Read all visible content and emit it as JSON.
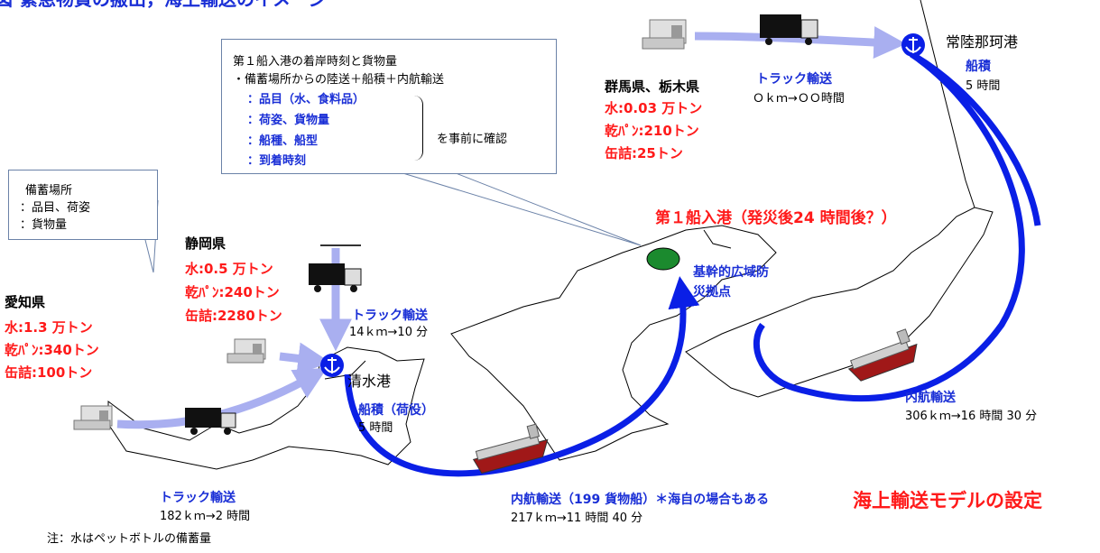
{
  "title_fragment": "緊急物資の搬出，海上輸送のイメージ",
  "title_prefix": "図",
  "model_label": "海上輸送モデルの設定",
  "note": "注：水はペットボトルの備蓄量",
  "first_port": "第１船入港（発災後24 時間後？）",
  "base": {
    "line1": "基幹的広域防",
    "line2": "災拠点"
  },
  "confirm_box": {
    "line1": "第１船入港の着岸時刻と貨物量",
    "line2": "・備蓄場所からの陸送＋船積＋内航輸送",
    "items": [
      "：品目（水、食料品）",
      "：荷姿、貨物量",
      "：船種、船型",
      "：到着時刻"
    ],
    "suffix": "を事前に確認"
  },
  "storage_box": {
    "line1": "備蓄場所",
    "line2": "：品目、荷姿",
    "line3": "：貨物量"
  },
  "aichi": {
    "name": "愛知県",
    "water": "水:1.3 万トン",
    "bread": "乾ﾊﾟﾝ:340トン",
    "can": "缶詰:100トン"
  },
  "shizuoka": {
    "name": "静岡県",
    "water": "水:0.5 万トン",
    "bread": "乾ﾊﾟﾝ:240トン",
    "can": "缶詰:2280トン"
  },
  "gunma": {
    "name": "群馬県、栃木県",
    "water": "水:0.03 万トン",
    "bread": "乾ﾊﾟﾝ:210トン",
    "can": "缶詰:25トン"
  },
  "shimizu": {
    "port": "清水港",
    "truck_label": "トラック輸送",
    "truck_dist": "14ｋｍ→10 分",
    "loading_label": "船積（荷役）",
    "loading_time": "5 時間",
    "truck2_label": "トラック輸送",
    "truck2_dist": "182ｋｍ→2 時間"
  },
  "hitachinaka": {
    "port": "常陸那珂港",
    "truck_label": "トラック輸送",
    "truck_dist": "Ｏｋｍ→ＯＯ時間",
    "loading_label": "船積",
    "loading_time": "5 時間"
  },
  "coastal1": {
    "label": "内航輸送（199 貨物船）＊海自の場合もある",
    "dist": "217ｋｍ→11 時間 40 分"
  },
  "coastal2": {
    "label": "内航輸送",
    "dist": "306ｋｍ→16 時間 30 分"
  },
  "colors": {
    "route_blue": "#0a1fe6",
    "truck_arrow": "#a9aff0",
    "text_blue": "#1a2fd6",
    "text_red": "#ff1a1a",
    "green_base": "#1b8a2e"
  }
}
